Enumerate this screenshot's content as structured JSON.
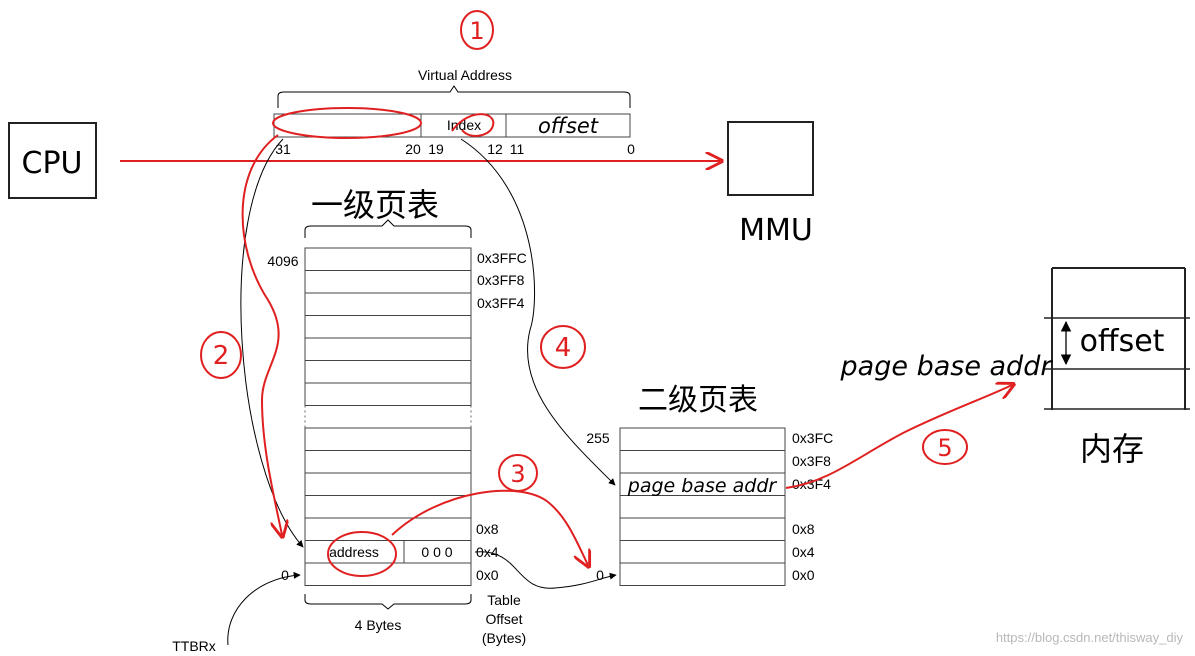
{
  "virtual_address": {
    "title": "Virtual Address",
    "index_label": "Index",
    "offset_label": "offset",
    "bits": [
      "31",
      "20",
      "19",
      "12",
      "11",
      "0"
    ]
  },
  "cpu_label": "CPU",
  "mmu_label": "MMU",
  "l1_table": {
    "title": "一级页表",
    "entry_count": "4096",
    "top_offsets": [
      "0x3FFC",
      "0x3FF8",
      "0x3FF4"
    ],
    "bottom_offsets": [
      "0x8",
      "0x4",
      "0x0"
    ],
    "entry_address": "address",
    "entry_zeros": "0 0 0",
    "base_index": "0",
    "width_label": "4 Bytes",
    "offset_caption": [
      "Table",
      "Offset",
      "(Bytes)"
    ]
  },
  "ttbr_label": "TTBRx",
  "l2_table": {
    "title": "二级页表",
    "entry_count": "255",
    "top_offsets": [
      "0x3FC",
      "0x3F8",
      "0x3F4"
    ],
    "bottom_offsets": [
      "0x8",
      "0x4",
      "0x0"
    ],
    "entry_text": "page base addr",
    "base_index": "0"
  },
  "memory": {
    "title": "内存",
    "offset_label": "offset",
    "base_label": "page base addr"
  },
  "step_numbers": [
    "1",
    "2",
    "3",
    "4",
    "5"
  ],
  "watermark": "https://blog.csdn.net/thisway_diy",
  "colors": {
    "annotation": "#e02020",
    "line": "#000000",
    "table_border": "#444444"
  }
}
